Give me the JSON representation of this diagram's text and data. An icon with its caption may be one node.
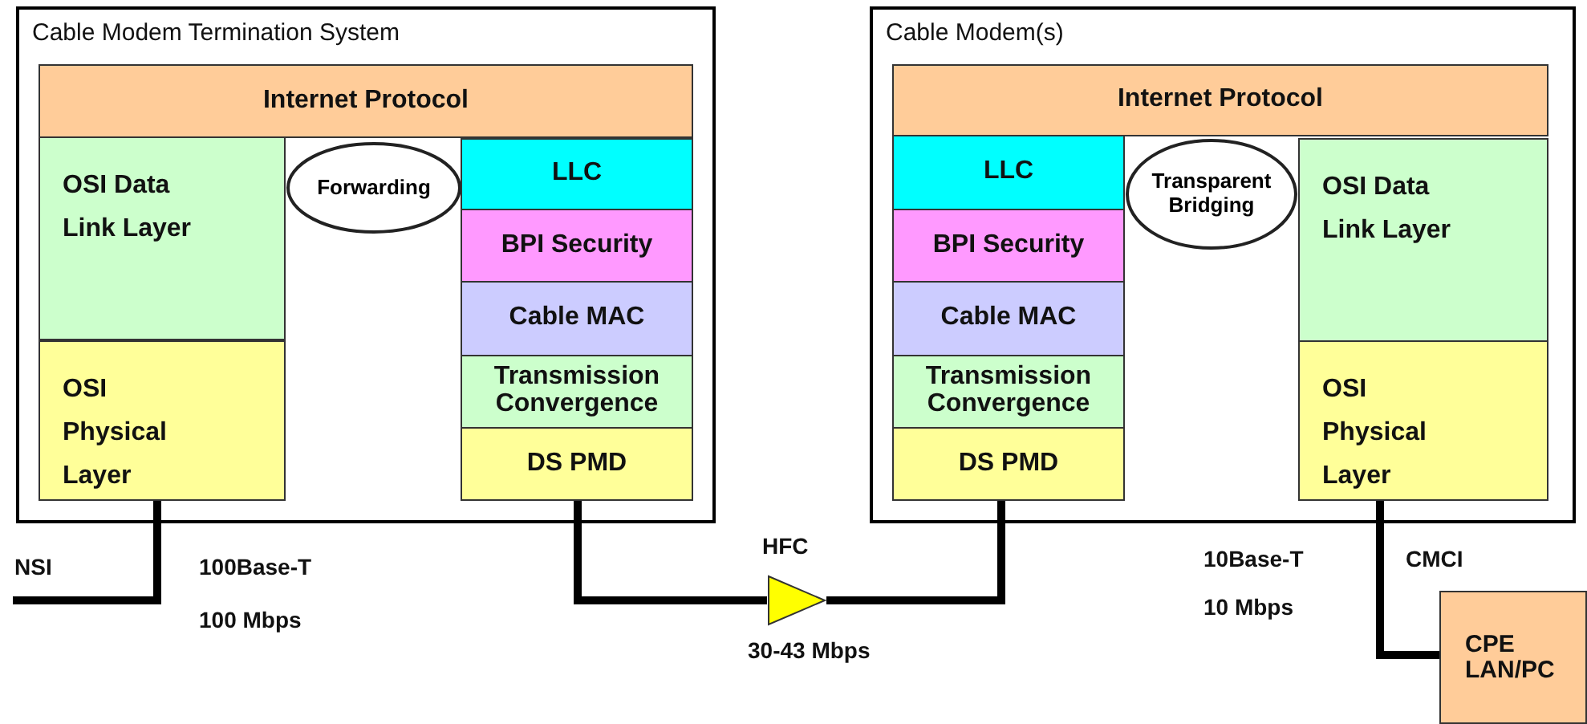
{
  "diagram": {
    "nodes": [
      {
        "text": [
          "Cable Modem Termination System"
        ]
      },
      {
        "text": [
          "Internet Protocol"
        ],
        "in": 0
      },
      {
        "text": [
          "OSI Data Link Layer"
        ],
        "in": 0
      },
      {
        "text": [
          "OSI Physical Layer"
        ],
        "in": 0
      },
      {
        "text": [
          "Forwarding"
        ],
        "in": 0
      },
      {
        "text": [
          "LLC"
        ],
        "in": 0
      },
      {
        "text": [
          "BPI Security"
        ],
        "in": 0
      },
      {
        "text": [
          "Cable MAC"
        ],
        "in": 0
      },
      {
        "text": [
          "Transmission Convergence"
        ],
        "in": 0
      },
      {
        "text": [
          "DS PMD"
        ],
        "in": 0
      },
      {
        "text": [
          "Cable Modem(s)"
        ]
      },
      {
        "text": [
          "Internet Protocol"
        ],
        "in": 10
      },
      {
        "text": [
          "LLC"
        ],
        "in": 10
      },
      {
        "text": [
          "BPI Security"
        ],
        "in": 10
      },
      {
        "text": [
          "Cable MAC"
        ],
        "in": 10
      },
      {
        "text": [
          "Transmission Convergence"
        ],
        "in": 10
      },
      {
        "text": [
          "DS PMD"
        ],
        "in": 10
      },
      {
        "text": [
          "Transparent Bridging"
        ],
        "in": 10
      },
      {
        "text": [
          "OSI Data Link Layer"
        ],
        "in": 10
      },
      {
        "text": [
          "OSI Physical Layer"
        ],
        "in": 10
      },
      {
        "text": [],
        "shape": "triangle",
        "beside": [
          "HFC",
          "30-43 Mbps"
        ]
      },
      {
        "text": [
          "CPE LAN/PC"
        ]
      }
    ],
    "edges": [
      {
        "from": null,
        "to": 3,
        "arrow": "none"
      },
      {
        "from": 9,
        "to": 20,
        "arrow": "none"
      },
      {
        "from": 20,
        "to": 16,
        "arrow": "none"
      },
      {
        "from": 19,
        "to": 21,
        "arrow": "none"
      }
    ],
    "labels": [
      "NSI",
      "100Base-T",
      "100 Mbps",
      "10Base-T",
      "10 Mbps",
      "CMCI"
    ]
  }
}
